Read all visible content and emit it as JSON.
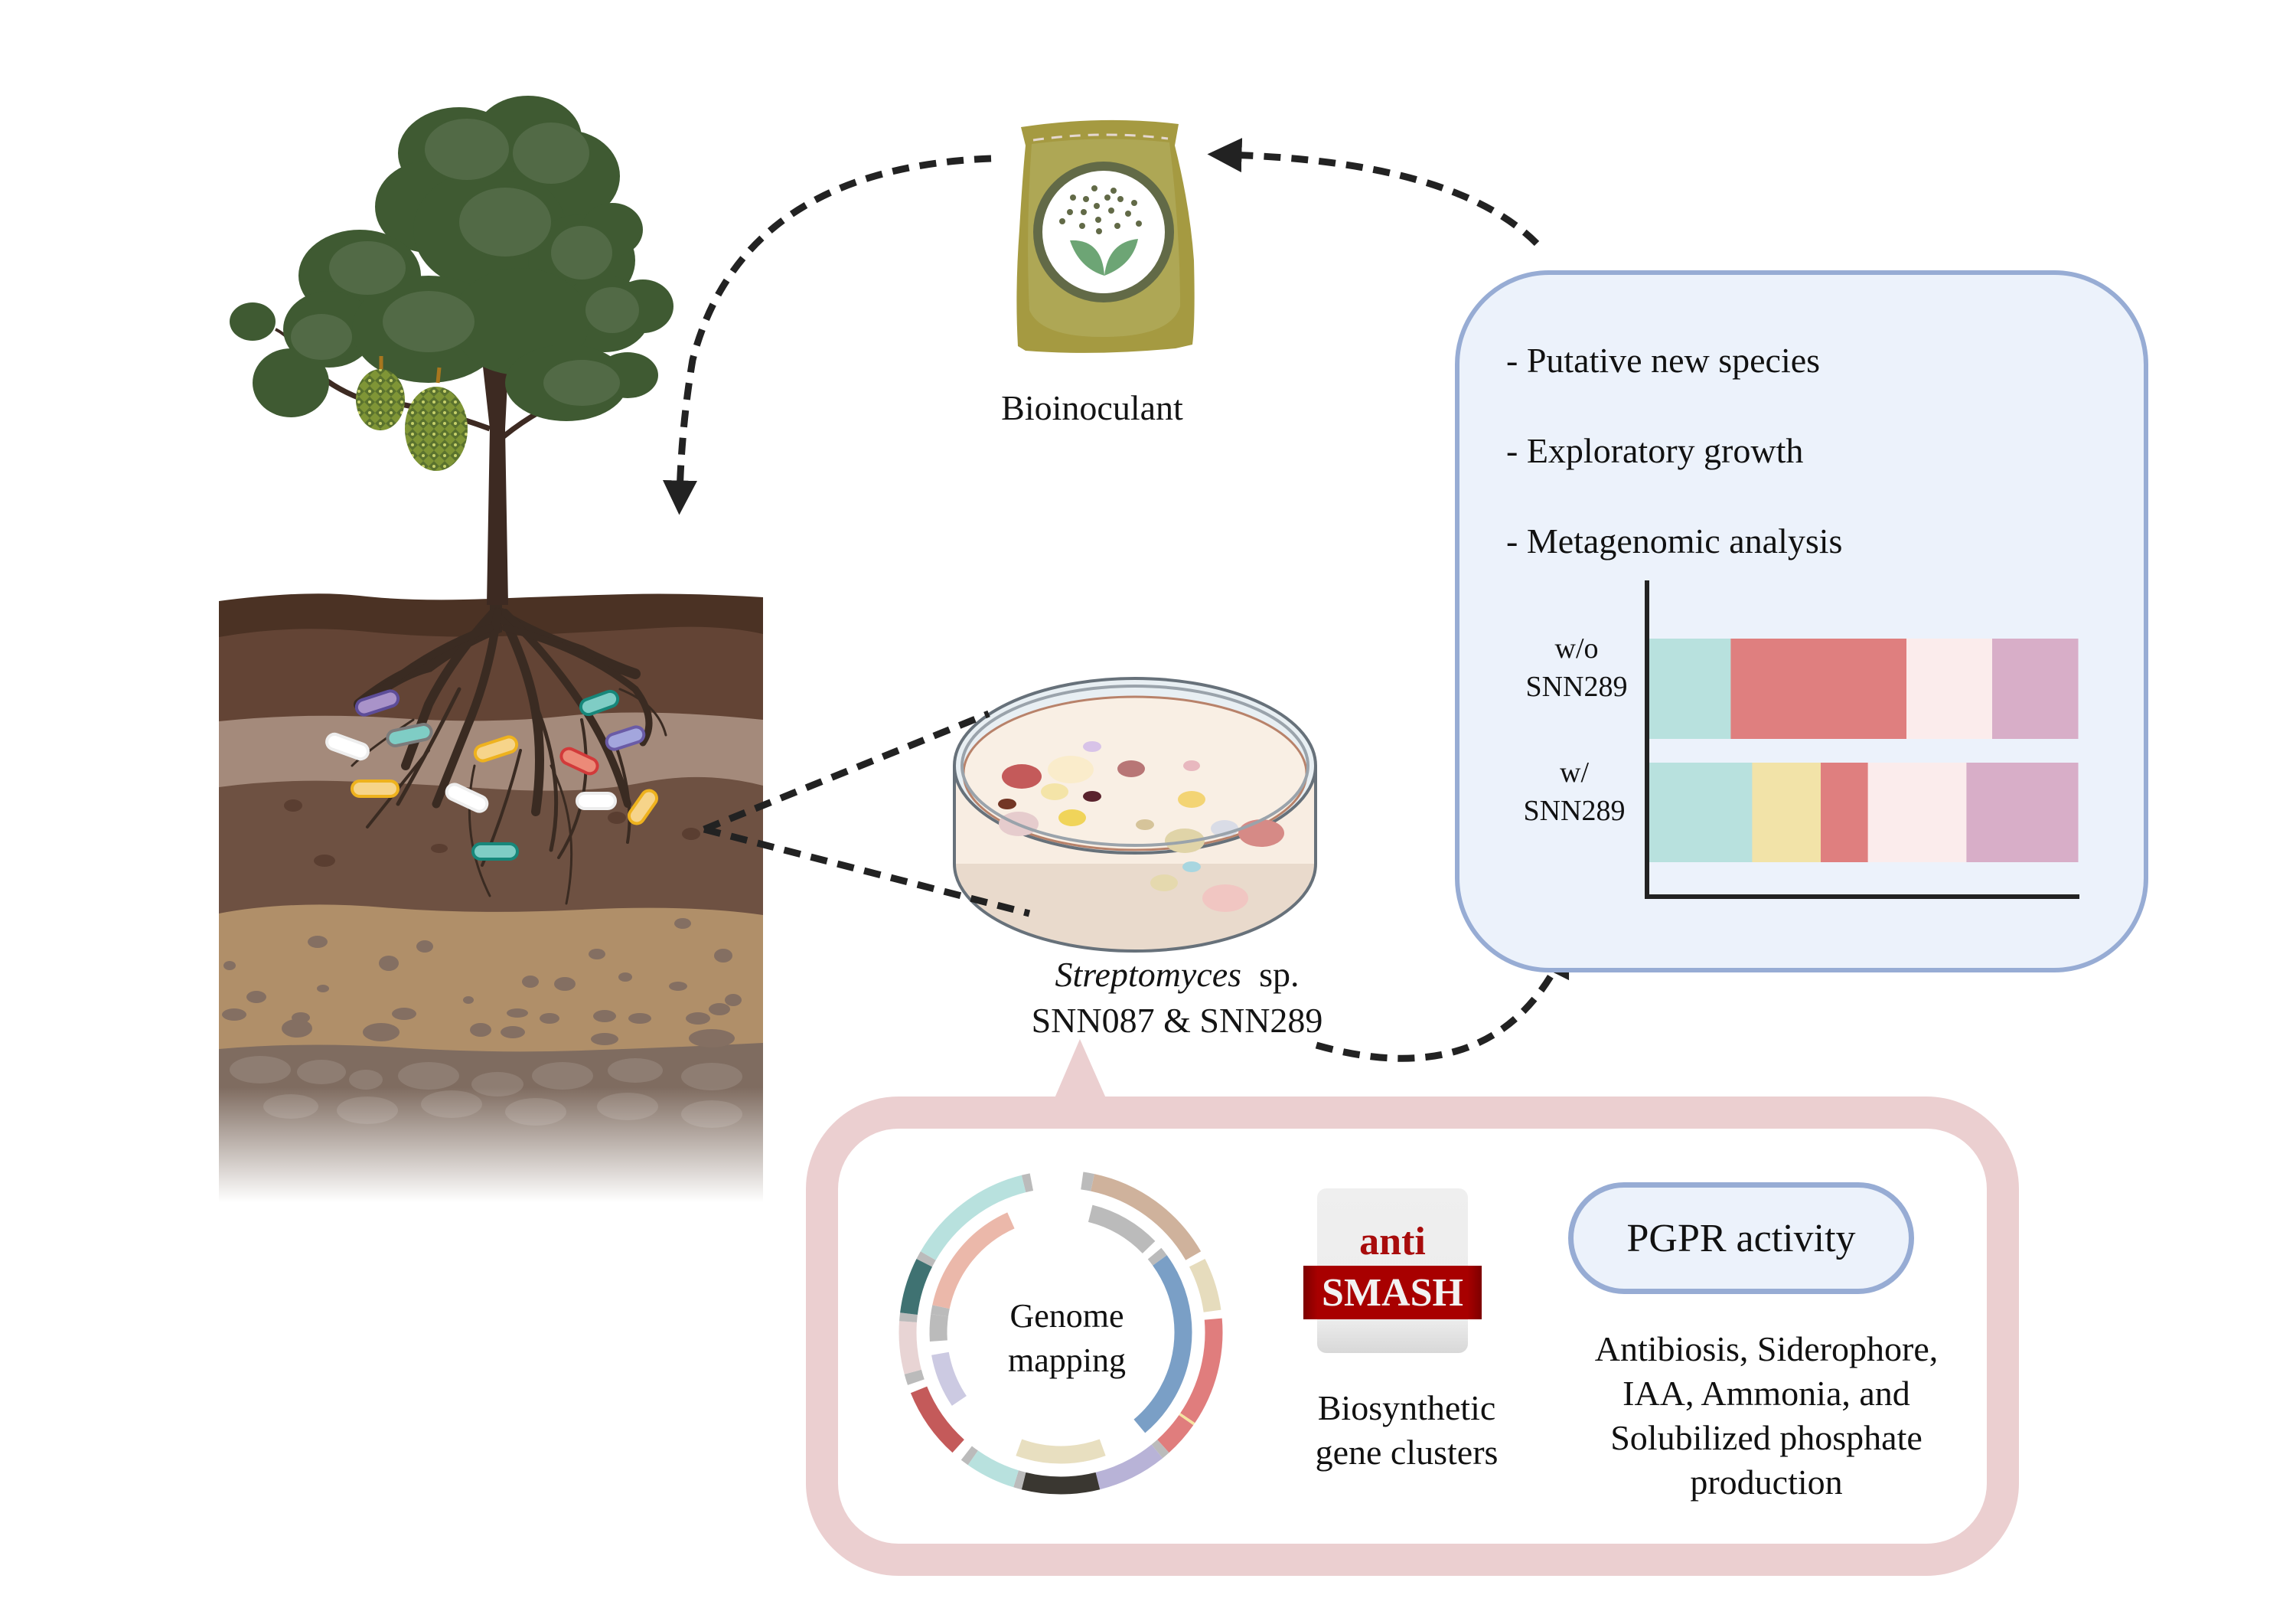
{
  "figure": {
    "bioinoculant_label": "Bioinoculant",
    "isolate": {
      "genus_italic": "Streptomyces",
      "species_suffix": "sp.",
      "strains": "SNN087 & SNN289"
    },
    "findings_panel": {
      "items": [
        "- Putative new species",
        "- Exploratory growth",
        "- Metagenomic analysis"
      ]
    },
    "analysis_panel": {
      "genome_label_line1": "Genome",
      "genome_label_line2": "mapping",
      "antismash_top": "anti",
      "antismash_bottom": "SMASH",
      "bgc_line1": "Biosynthetic",
      "bgc_line2": "gene clusters",
      "pgpr_title": "PGPR activity",
      "pgpr_lines": [
        "Antibiosis, Siderophore,",
        "IAA, Ammonia, and",
        "Solubilized phosphate",
        "production"
      ]
    },
    "colors": {
      "panel_blue_border": "#97acd4",
      "panel_blue_fill": "#ecf2fb",
      "panel_pink": "#ebcfd0",
      "arrow": "#222222",
      "antismash_red": "#a80000"
    }
  },
  "chart_data": {
    "type": "bar",
    "orientation": "horizontal-stacked",
    "title": "Metagenomic analysis",
    "categories": [
      "w/o SNN289",
      "w/ SNN289"
    ],
    "category_labels": [
      [
        "w/o",
        "SNN289"
      ],
      [
        "w/",
        "SNN289"
      ]
    ],
    "xlabel": "",
    "ylabel": "",
    "xlim": [
      0,
      1
    ],
    "rows": [
      {
        "name": "w/o SNN289",
        "segments": [
          {
            "color": "#b8e1de",
            "value": 0.19
          },
          {
            "color": "#df7f7f",
            "value": 0.41
          },
          {
            "color": "#fbecec",
            "value": 0.2
          },
          {
            "color": "#d8aec8",
            "value": 0.2
          }
        ]
      },
      {
        "name": "w/ SNN289",
        "segments": [
          {
            "color": "#b8e1de",
            "value": 0.24
          },
          {
            "color": "#f2e3a8",
            "value": 0.16
          },
          {
            "color": "#df7f7f",
            "value": 0.11
          },
          {
            "color": "#fbecec",
            "value": 0.23
          },
          {
            "color": "#d8aec8",
            "value": 0.26
          }
        ]
      }
    ],
    "grid": false,
    "legend": "none"
  }
}
